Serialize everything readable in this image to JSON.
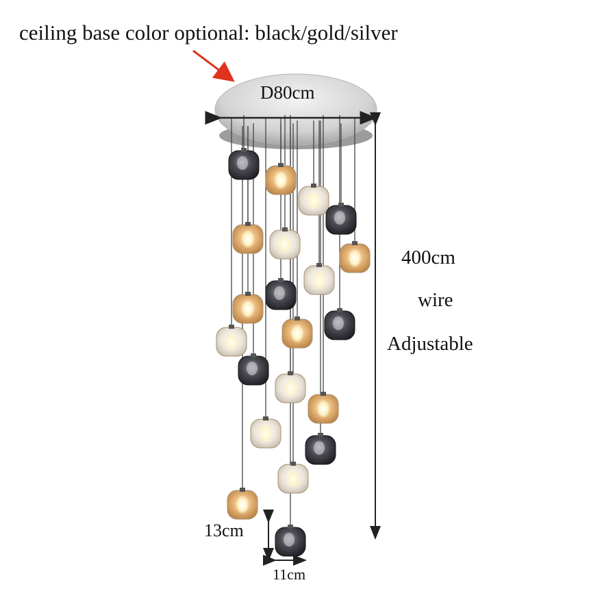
{
  "annotations": {
    "headline": "ceiling base color optional: black/gold/silver",
    "diameter": "D80cm",
    "height": "400cm",
    "wire": "wire",
    "adjustable": "Adjustable",
    "shade_height": "13cm",
    "shade_width": "11cm"
  },
  "colors": {
    "arrow": "#e0331f",
    "dimension_line": "#222222",
    "canopy": "#d6d6d6",
    "wire": "#444444",
    "smoke_glass": "#3a3a40",
    "amber_glass": "#d9a060",
    "clear_glass": "#e8e2d8",
    "bulb_glow": "#fff4c8"
  },
  "pendants": [
    {
      "tone": "smoke"
    },
    {
      "tone": "amber"
    },
    {
      "tone": "clear"
    },
    {
      "tone": "smoke"
    },
    {
      "tone": "amber"
    },
    {
      "tone": "clear"
    },
    {
      "tone": "amber"
    },
    {
      "tone": "clear"
    },
    {
      "tone": "smoke"
    },
    {
      "tone": "amber"
    },
    {
      "tone": "smoke"
    },
    {
      "tone": "clear"
    },
    {
      "tone": "amber"
    },
    {
      "tone": "smoke"
    },
    {
      "tone": "clear"
    },
    {
      "tone": "amber"
    },
    {
      "tone": "clear"
    },
    {
      "tone": "smoke"
    },
    {
      "tone": "clear"
    },
    {
      "tone": "amber"
    },
    {
      "tone": "smoke"
    }
  ]
}
